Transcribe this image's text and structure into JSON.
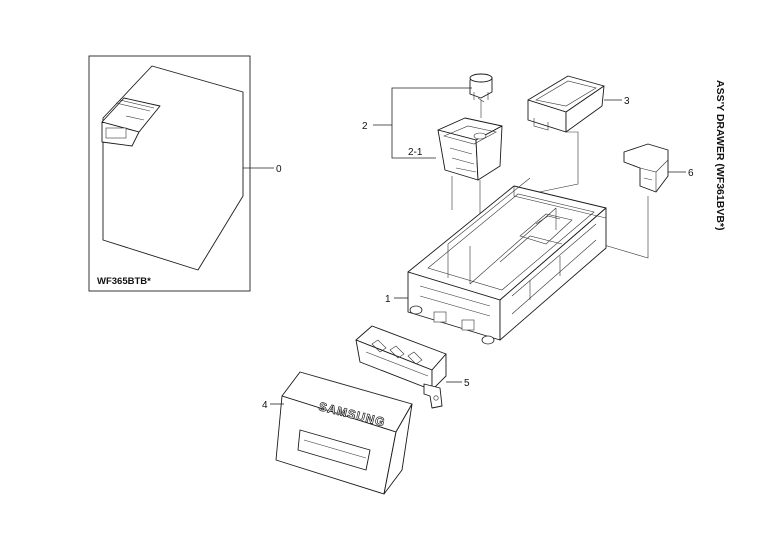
{
  "title": "ASS'Y DRAWER (WF361BVB*)",
  "inset_model": "WF365BTB*",
  "brand_mark": "SAMSUNG",
  "callouts": {
    "c0": "0",
    "c1": "1",
    "c2": "2",
    "c2_1": "2-1",
    "c3": "3",
    "c4": "4",
    "c5": "5",
    "c6": "6"
  }
}
